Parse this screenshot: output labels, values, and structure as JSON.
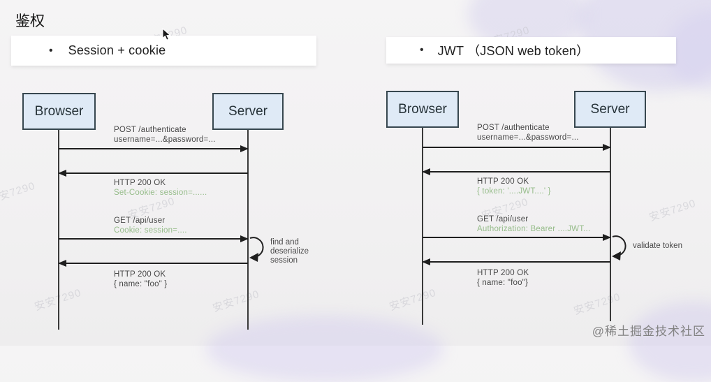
{
  "page": {
    "title": "鉴权",
    "credit": "@稀土掘金技术社区",
    "watermark": "安安7290"
  },
  "colors": {
    "actor_fill": "#dfeaf6",
    "actor_border": "#37474f",
    "arrow": "#1f1f1f",
    "message_text": "#474747",
    "highlight_green": "#97bd8b"
  },
  "headers": [
    {
      "bullet": "•",
      "label": "Session + cookie"
    },
    {
      "bullet": "•",
      "label": "JWT （JSON web token）"
    }
  ],
  "diagrams": [
    {
      "actors": [
        "Browser",
        "Server"
      ],
      "messages": [
        {
          "line1": "POST /authenticate",
          "line2": "username=...&password=..."
        },
        {
          "line1": "HTTP 200 OK",
          "line2": "Set-Cookie: session=......"
        },
        {
          "line1": "GET /api/user",
          "line2": "Cookie: session=...."
        },
        {
          "line1": "HTTP 200 OK",
          "line2": "{ name: \"foo\" }"
        }
      ],
      "self_note": "find and\ndeserialize\nsession"
    },
    {
      "actors": [
        "Browser",
        "Server"
      ],
      "messages": [
        {
          "line1": "POST /authenticate",
          "line2": "username=...&password=..."
        },
        {
          "line1": "HTTP 200 OK",
          "line2": "{ token: '....JWT....' }"
        },
        {
          "line1": "GET /api/user",
          "line2": "Authorization: Bearer ....JWT..."
        },
        {
          "line1": "HTTP 200 OK",
          "line2": "{ name: \"foo\"}"
        }
      ],
      "self_note": "validate token"
    }
  ]
}
